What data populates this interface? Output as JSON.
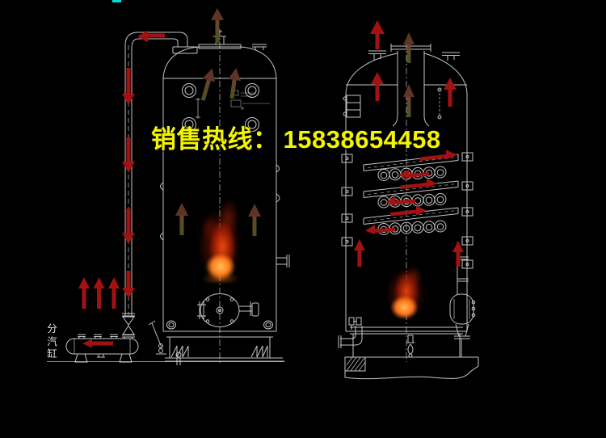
{
  "hotline": {
    "label": "销售热线：",
    "number": "15838654458"
  },
  "labels": {
    "steam_manifold": "分汽缸"
  },
  "colors": {
    "background": "#000000",
    "line": "#d4d4d4",
    "flow_arrow_red": "#a21212",
    "flue_arrow_head": "#5d3526",
    "flue_arrow_tail": "#4a531e",
    "hotline_yellow": "#f2f400",
    "manifold_label_white": "#e3e3e3",
    "flame_core": "#ffc160",
    "flame_mid": "#e8430a",
    "flame_outer": "#8c1605",
    "watermark_cyan": "#00ded2"
  }
}
